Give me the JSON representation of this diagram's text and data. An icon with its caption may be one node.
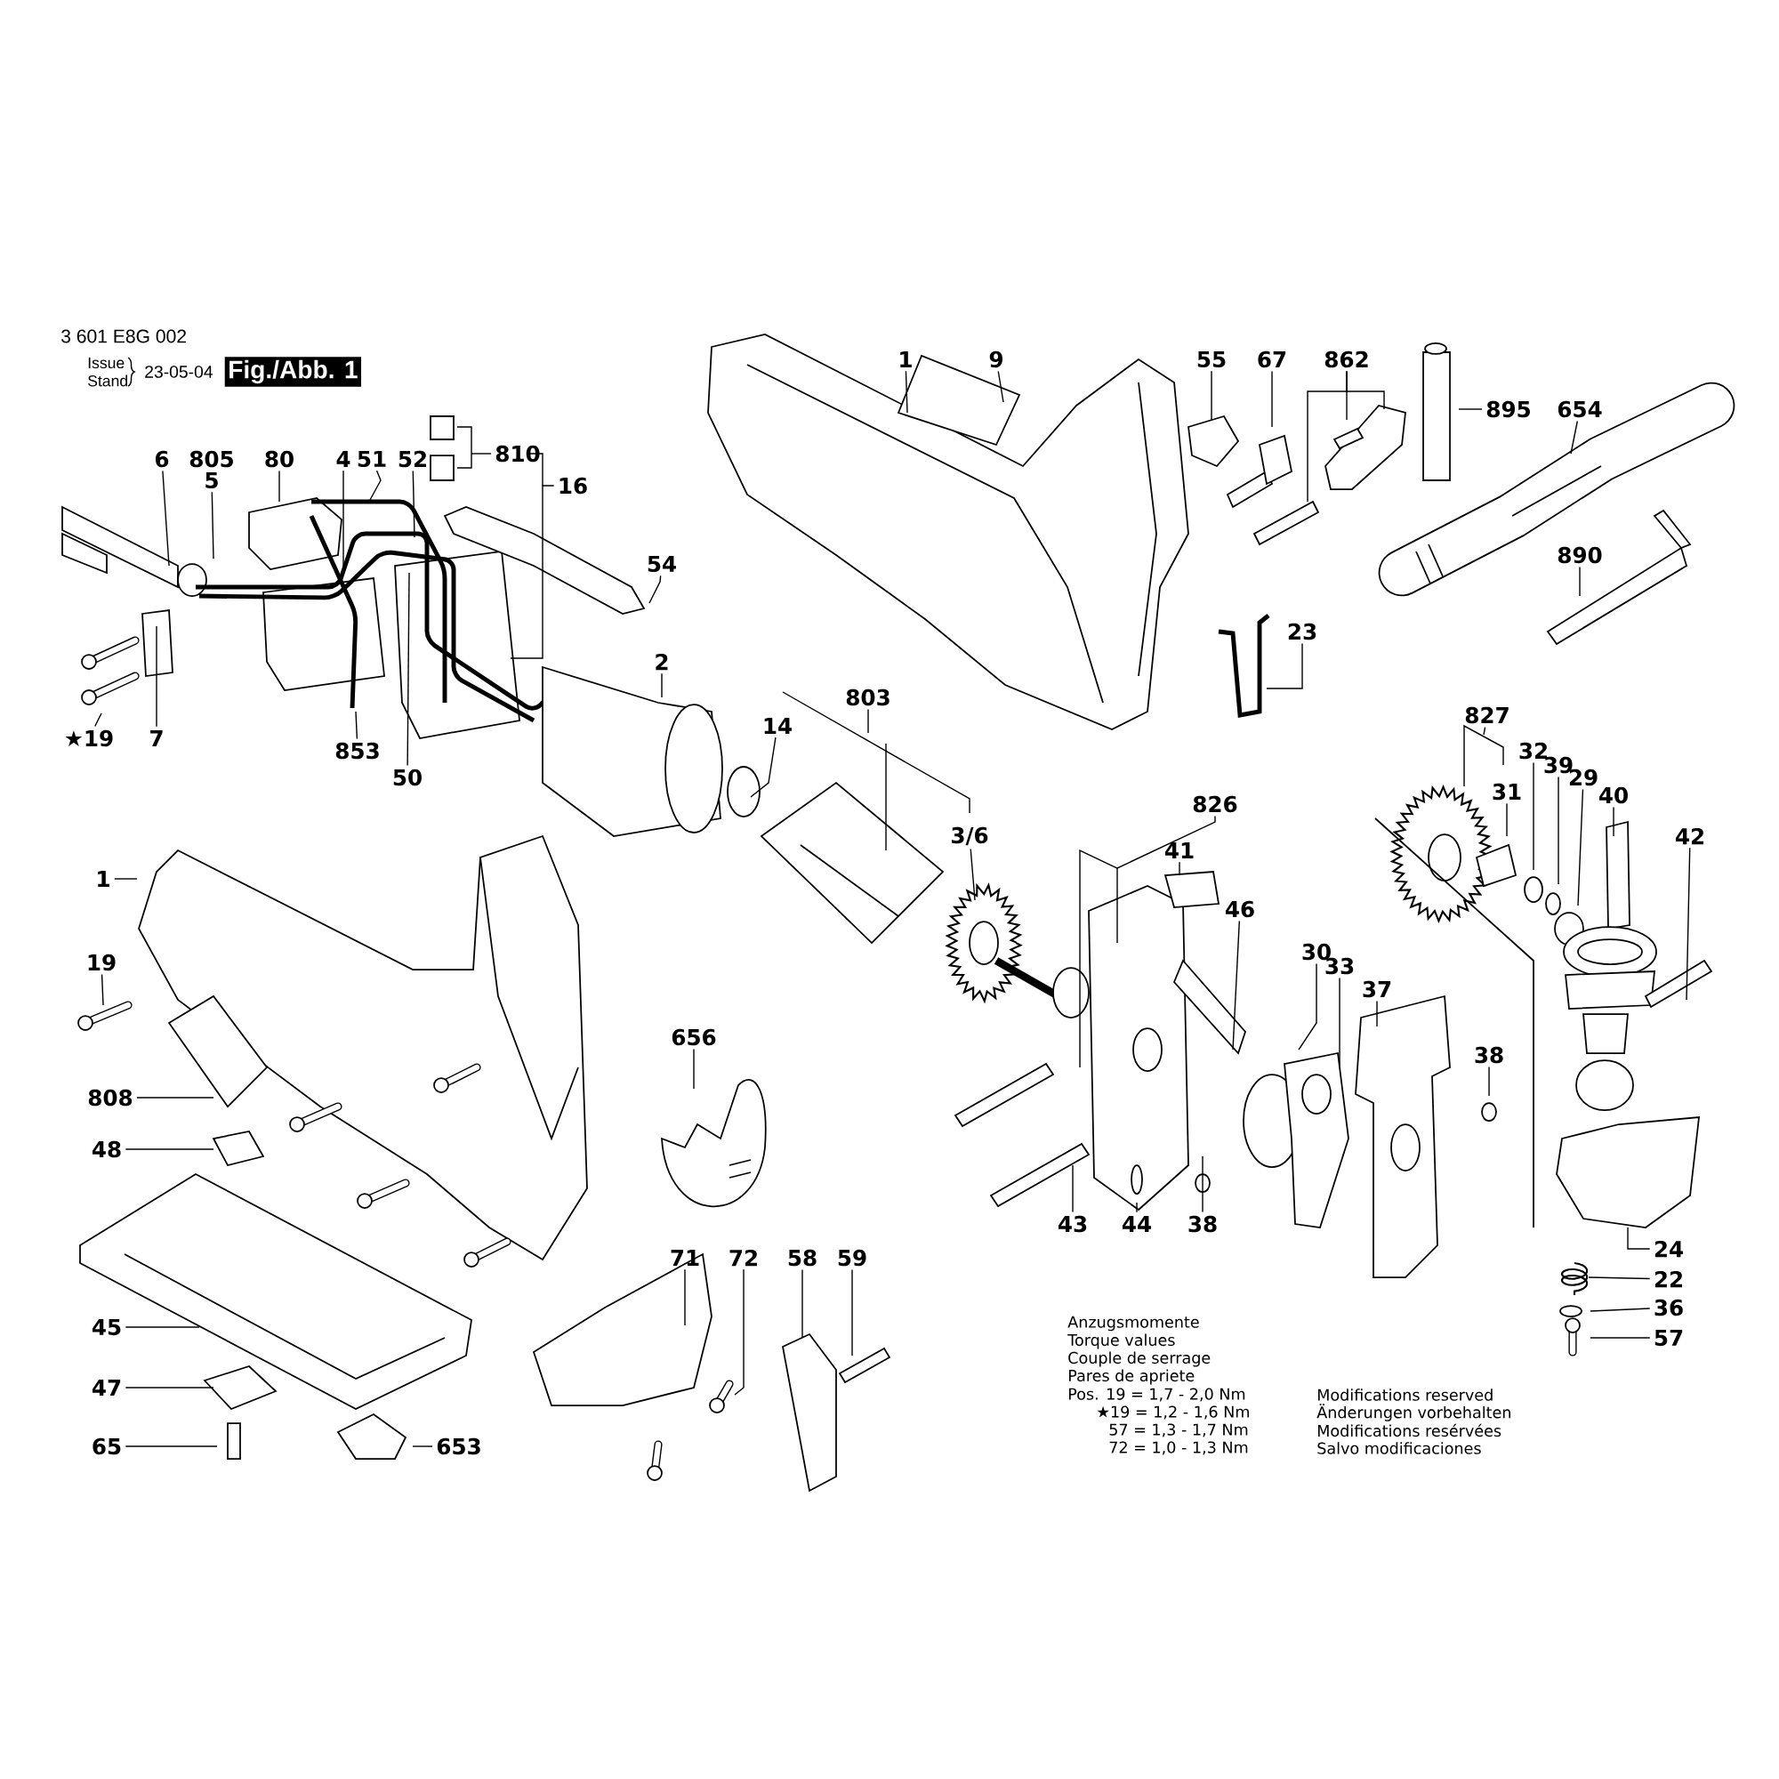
{
  "diagram": {
    "nodes": [
      {
        "text": [
          "6"
        ]
      },
      {
        "text": [
          "5"
        ]
      },
      {
        "text": [
          "80"
        ]
      },
      {
        "text": [
          "4"
        ]
      },
      {
        "text": [
          "51"
        ]
      },
      {
        "text": [
          "52"
        ]
      },
      {
        "text": [
          "810"
        ]
      },
      {
        "text": [
          "16"
        ]
      },
      {
        "text": [
          "54"
        ]
      },
      {
        "text": [
          "2"
        ]
      },
      {
        "text": [
          "★19"
        ]
      },
      {
        "text": [
          "7"
        ]
      },
      {
        "text": [
          "853"
        ]
      },
      {
        "text": [
          "50"
        ]
      },
      {
        "text": [
          "1"
        ]
      },
      {
        "text": [
          "9"
        ]
      },
      {
        "text": [
          "55"
        ]
      },
      {
        "text": [
          "67"
        ]
      },
      {
        "text": [
          "862"
        ]
      },
      {
        "text": [
          "895"
        ]
      },
      {
        "text": [
          "654"
        ]
      },
      {
        "text": [
          "890"
        ]
      },
      {
        "text": [
          "23"
        ]
      },
      {
        "text": [
          "803"
        ]
      },
      {
        "text": [
          "14"
        ]
      },
      {
        "text": [
          "3/6"
        ]
      },
      {
        "text": [
          "826"
        ]
      },
      {
        "text": [
          "41"
        ]
      },
      {
        "text": [
          "46"
        ]
      },
      {
        "text": [
          "827"
        ]
      },
      {
        "text": [
          "31"
        ]
      },
      {
        "text": [
          "32"
        ]
      },
      {
        "text": [
          "39"
        ]
      },
      {
        "text": [
          "29"
        ]
      },
      {
        "text": [
          "40"
        ]
      },
      {
        "text": [
          "42"
        ]
      },
      {
        "text": [
          "30"
        ]
      },
      {
        "text": [
          "33"
        ]
      },
      {
        "text": [
          "37"
        ]
      },
      {
        "text": [
          "38"
        ]
      },
      {
        "text": [
          "1"
        ]
      },
      {
        "text": [
          "19"
        ]
      },
      {
        "text": [
          "808"
        ]
      },
      {
        "text": [
          "48"
        ]
      },
      {
        "text": [
          "656"
        ]
      },
      {
        "text": [
          "45"
        ]
      },
      {
        "text": [
          "47"
        ]
      },
      {
        "text": [
          "65"
        ]
      },
      {
        "text": [
          "653"
        ]
      },
      {
        "text": [
          "71"
        ]
      },
      {
        "text": [
          "72"
        ]
      },
      {
        "text": [
          "58"
        ]
      },
      {
        "text": [
          "59"
        ]
      },
      {
        "text": [
          "43"
        ]
      },
      {
        "text": [
          "44"
        ]
      },
      {
        "text": [
          "38"
        ]
      },
      {
        "text": [
          "24"
        ]
      },
      {
        "text": [
          "22"
        ]
      },
      {
        "text": [
          "36"
        ]
      },
      {
        "text": [
          "57"
        ]
      }
    ],
    "edges": [
      {
        "from": 0,
        "to": null,
        "arrow": "none"
      },
      {
        "from": 1,
        "to": null,
        "arrow": "none"
      },
      {
        "from": 2,
        "to": null,
        "arrow": "none"
      },
      {
        "from": 3,
        "to": null,
        "arrow": "none"
      },
      {
        "from": 4,
        "to": null,
        "arrow": "none"
      },
      {
        "from": 5,
        "to": null,
        "arrow": "none"
      },
      {
        "from": 6,
        "to": null,
        "arrow": "none"
      },
      {
        "from": 7,
        "to": null,
        "arrow": "none"
      },
      {
        "from": 8,
        "to": null,
        "arrow": "none"
      },
      {
        "from": 9,
        "to": null,
        "arrow": "none"
      },
      {
        "from": 10,
        "to": null,
        "arrow": "none"
      },
      {
        "from": 11,
        "to": null,
        "arrow": "none"
      },
      {
        "from": 12,
        "to": null,
        "arrow": "none"
      },
      {
        "from": 13,
        "to": null,
        "arrow": "none"
      },
      {
        "from": 14,
        "to": null,
        "arrow": "none"
      },
      {
        "from": 15,
        "to": null,
        "arrow": "none"
      },
      {
        "from": 16,
        "to": null,
        "arrow": "none"
      },
      {
        "from": 17,
        "to": null,
        "arrow": "none"
      },
      {
        "from": 18,
        "to": null,
        "arrow": "none"
      },
      {
        "from": 18,
        "to": null,
        "arrow": "none"
      },
      {
        "from": 18,
        "to": null,
        "arrow": "none"
      },
      {
        "from": 19,
        "to": null,
        "arrow": "none"
      },
      {
        "from": 20,
        "to": null,
        "arrow": "none"
      },
      {
        "from": 21,
        "to": null,
        "arrow": "none"
      },
      {
        "from": 22,
        "to": null,
        "arrow": "none"
      },
      {
        "from": 23,
        "to": null,
        "arrow": "none"
      },
      {
        "from": 24,
        "to": null,
        "arrow": "none"
      },
      {
        "from": 25,
        "to": null,
        "arrow": "none"
      },
      {
        "from": 26,
        "to": null,
        "arrow": "none"
      },
      {
        "from": 27,
        "to": null,
        "arrow": "none"
      },
      {
        "from": 28,
        "to": null,
        "arrow": "none"
      },
      {
        "from": 29,
        "to": null,
        "arrow": "none"
      },
      {
        "from": 30,
        "to": null,
        "arrow": "none"
      },
      {
        "from": 31,
        "to": null,
        "arrow": "none"
      },
      {
        "from": 32,
        "to": null,
        "arrow": "none"
      },
      {
        "from": 33,
        "to": null,
        "arrow": "none"
      },
      {
        "from": 34,
        "to": null,
        "arrow": "none"
      },
      {
        "from": 35,
        "to": null,
        "arrow": "none"
      },
      {
        "from": 36,
        "to": null,
        "arrow": "none"
      },
      {
        "from": 37,
        "to": null,
        "arrow": "none"
      },
      {
        "from": 38,
        "to": null,
        "arrow": "none"
      },
      {
        "from": 39,
        "to": null,
        "arrow": "none"
      },
      {
        "from": 40,
        "to": null,
        "arrow": "none"
      },
      {
        "from": 41,
        "to": null,
        "arrow": "none"
      },
      {
        "from": 42,
        "to": null,
        "arrow": "none"
      },
      {
        "from": 43,
        "to": null,
        "arrow": "none"
      },
      {
        "from": 44,
        "to": null,
        "arrow": "none"
      },
      {
        "from": 45,
        "to": null,
        "arrow": "none"
      },
      {
        "from": 46,
        "to": null,
        "arrow": "none"
      },
      {
        "from": 47,
        "to": null,
        "arrow": "none"
      },
      {
        "from": 48,
        "to": null,
        "arrow": "none"
      },
      {
        "from": 49,
        "to": null,
        "arrow": "none"
      },
      {
        "from": 50,
        "to": null,
        "arrow": "none"
      },
      {
        "from": 51,
        "to": null,
        "arrow": "none"
      },
      {
        "from": 52,
        "to": null,
        "arrow": "none"
      },
      {
        "from": 53,
        "to": null,
        "arrow": "none"
      },
      {
        "from": 54,
        "to": null,
        "arrow": "none"
      },
      {
        "from": 55,
        "to": null,
        "arrow": "none"
      },
      {
        "from": 56,
        "to": null,
        "arrow": "none"
      },
      {
        "from": 57,
        "to": null,
        "arrow": "none"
      },
      {
        "from": 58,
        "to": null,
        "arrow": "none"
      },
      {
        "from": 59,
        "to": null,
        "arrow": "none"
      }
    ],
    "labels": [
      "3 601 E8G 002",
      "Issue",
      "Stand",
      "23-05-04",
      "Fig./Abb. 1",
      "805",
      "Anzugsmomente",
      "Torque values",
      "Couple de serrage",
      "Pares de apriete",
      "Pos.  19 = 1,7 - 2,0 Nm",
      "Modifications reserved",
      "★19 = 1,2 - 1,6 Nm",
      "Änderungen vorbehalten",
      "57 = 1,3 - 1,7 Nm",
      "Modifications resérvées",
      "72 = 1,0 - 1,3 Nm",
      "Salvo modificaciones"
    ]
  }
}
